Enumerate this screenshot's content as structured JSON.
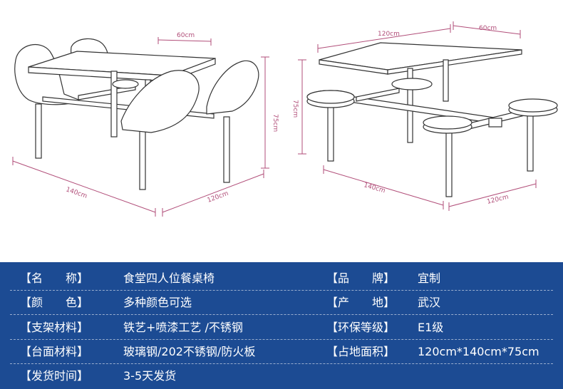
{
  "figure": {
    "left_view": {
      "width_dim": "60cm",
      "height_dim": "75cm",
      "length_dim": "140cm",
      "depth_dim": "120cm"
    },
    "right_view": {
      "length_dim": "120cm",
      "width_dim": "60cm",
      "height_dim": "75cm",
      "bottom_left_dim": "140cm",
      "bottom_right_dim": "120cm"
    }
  },
  "specs": {
    "rows": [
      {
        "left_label_l": "【名",
        "left_label_r": "称】",
        "left_value": "食堂四人位餐桌椅",
        "right_label_l": "【品",
        "right_label_r": "牌】",
        "right_value": "宜制"
      },
      {
        "left_label_l": "【颜",
        "left_label_r": "色】",
        "left_value": "多种颜色可选",
        "right_label_l": "【产",
        "right_label_r": "地】",
        "right_value": "武汉"
      },
      {
        "left_label_l": "【支架材料】",
        "left_label_r": "",
        "left_value": "铁艺+喷漆工艺 /不锈钢",
        "right_label_l": "【环保等级】",
        "right_label_r": "",
        "right_value": "E1级"
      },
      {
        "left_label_l": "【台面材料】",
        "left_label_r": "",
        "left_value": "玻璃钢/202不锈钢/防火板",
        "right_label_l": "【占地面积】",
        "right_label_r": "",
        "right_value": "120cm*140cm*75cm"
      },
      {
        "left_label_l": "【发货时间】",
        "left_label_r": "",
        "left_value": "3-5天发货"
      }
    ]
  },
  "colors": {
    "panel_background": "#1c4b93",
    "dimension_line": "#b14e79",
    "drawing_line": "#333333"
  }
}
